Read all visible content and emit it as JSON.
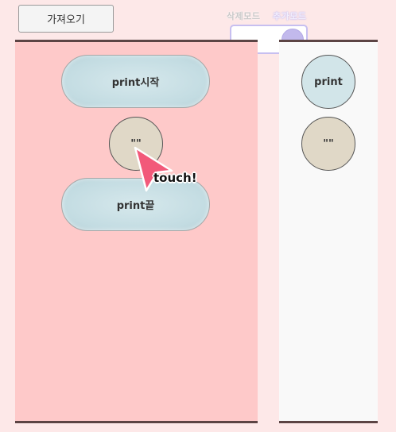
{
  "toolbar": {
    "load_label": "가져오기"
  },
  "mode": {
    "delete_label": "삭제모드",
    "add_label": "추가모드",
    "active": "add"
  },
  "canvas": {
    "blocks": [
      {
        "label": "print시작"
      },
      {
        "label": "\"\""
      },
      {
        "label": "print끝"
      }
    ]
  },
  "palette": {
    "blocks": [
      {
        "label": "print"
      },
      {
        "label": "\"\""
      }
    ]
  },
  "pointer": {
    "label": "touch!",
    "color": "#f2597a"
  },
  "colors": {
    "background": "#fde8e8",
    "canvas_bg": "#fec9c9",
    "palette_bg": "#f9f9f9",
    "panel_border": "#5c4444",
    "toggle_accent": "#c2b9ec"
  }
}
